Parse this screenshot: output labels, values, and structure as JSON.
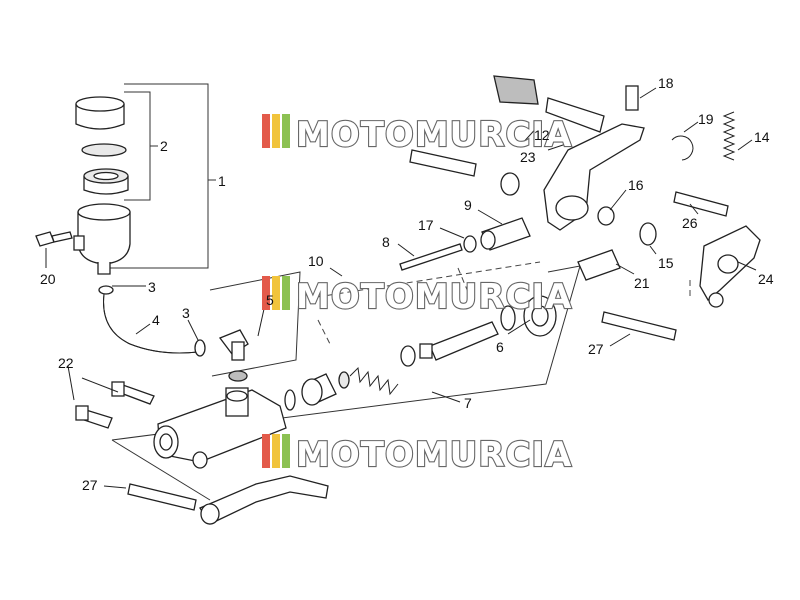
{
  "watermark": {
    "text": "MOTOMURCIA",
    "colors": [
      "#e35a4a",
      "#f1c43c",
      "#8cc152",
      "#c9c9c9"
    ]
  },
  "labels": {
    "p1": "1",
    "p2": "2",
    "p3a": "3",
    "p3b": "3",
    "p4": "4",
    "p5": "5",
    "p6": "6",
    "p7": "7",
    "p8": "8",
    "p9": "9",
    "p10": "10",
    "p12": "12",
    "p14": "14",
    "p15": "15",
    "p16": "16",
    "p17": "17",
    "p18": "18",
    "p19": "19",
    "p20": "20",
    "p21": "21",
    "p22": "22",
    "p23": "23",
    "p24": "24",
    "p26": "26",
    "p27a": "27",
    "p27b": "27"
  }
}
